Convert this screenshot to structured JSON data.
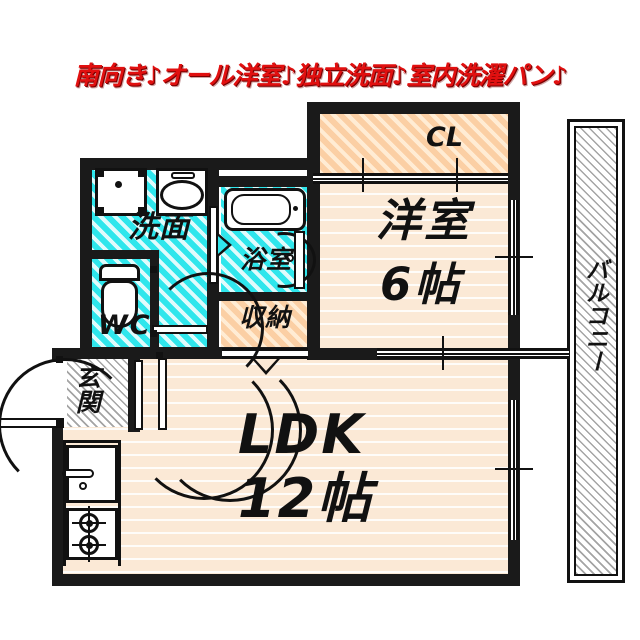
{
  "headline": "南向き♪オール洋室♪独立洗面♪室内洗濯パン♪",
  "plan": {
    "type": "japanese-floor-plan",
    "layout_code": "1LDK",
    "rooms": [
      {
        "key": "cl",
        "label": "CL",
        "fill": "orange",
        "note": "closet above bedroom"
      },
      {
        "key": "bedroom",
        "label": "洋室",
        "size": "6帖",
        "fill": "wood"
      },
      {
        "key": "ldk",
        "label": "LDK",
        "size": "12帖",
        "fill": "wood"
      },
      {
        "key": "washroom",
        "label": "洗面",
        "fill": "cyan"
      },
      {
        "key": "wc",
        "label": "WC",
        "fill": "cyan"
      },
      {
        "key": "bath",
        "label": "浴室",
        "fill": "cyan"
      },
      {
        "key": "storage",
        "label": "収納",
        "fill": "orange"
      },
      {
        "key": "genkan",
        "label": "玄関",
        "fill": "gray"
      },
      {
        "key": "balcony",
        "label": "バルコニー",
        "fill": "gray"
      }
    ],
    "fixtures": [
      {
        "key": "washer-pan",
        "name": "washing-machine-pan"
      },
      {
        "key": "vanity",
        "name": "vanity-basin"
      },
      {
        "key": "toilet",
        "name": "toilet"
      },
      {
        "key": "bathtub",
        "name": "bathtub"
      },
      {
        "key": "kitchen-sink",
        "name": "kitchen-sink"
      },
      {
        "key": "gas-stove",
        "name": "two-burner-gas-stove"
      }
    ],
    "colors": {
      "wall": "#1a1a1a",
      "floor_wood": "#fbe9d6",
      "wet_area": "#2fe6ec",
      "closet": "#fbcfa4",
      "hatch_gray": "#5a5a5a",
      "headline_red": "#e11010",
      "background": "#ffffff"
    }
  }
}
